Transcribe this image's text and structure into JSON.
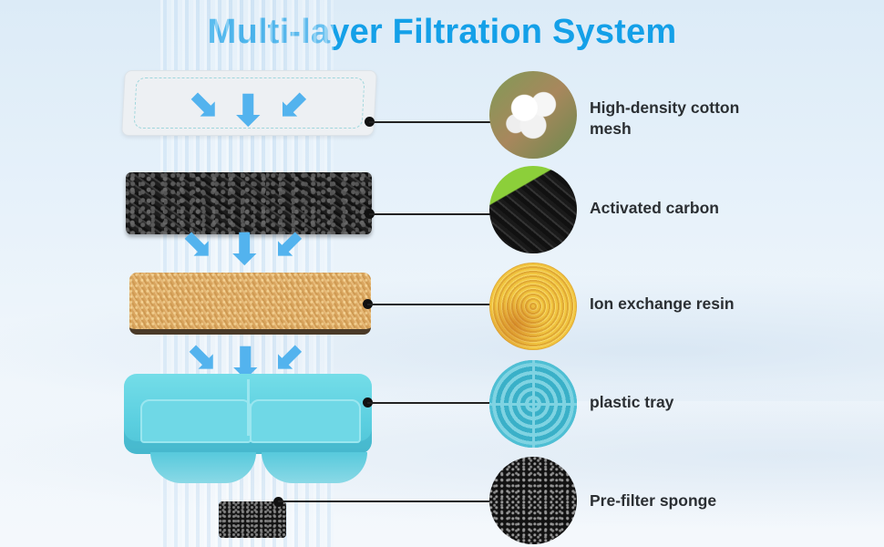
{
  "title": "Multi-layer Filtration System",
  "colors": {
    "title": "#14a0e8",
    "label_text": "#2b2f33",
    "arrow": "#53b3ee",
    "tray": "#5bcfe0",
    "background": "#e6f1fa"
  },
  "layers": [
    {
      "name": "High-density cotton mesh",
      "label_line1": "High-density cotton",
      "label_line2": "mesh",
      "icon": "cotton-icon"
    },
    {
      "name": "Activated carbon",
      "label_line1": "Activated carbon",
      "icon": "activated-carbon-icon"
    },
    {
      "name": "Ion exchange resin",
      "label_line1": "Ion exchange resin",
      "icon": "resin-icon"
    },
    {
      "name": "plastic tray",
      "label_line1": "plastic tray",
      "icon": "plastic-tray-icon"
    },
    {
      "name": "Pre-filter sponge",
      "label_line1": "Pre-filter sponge",
      "icon": "sponge-icon"
    }
  ],
  "arrows": {
    "glyph_down": "⬇",
    "glyph_down_right": "⬊",
    "glyph_down_left": "⬋"
  }
}
